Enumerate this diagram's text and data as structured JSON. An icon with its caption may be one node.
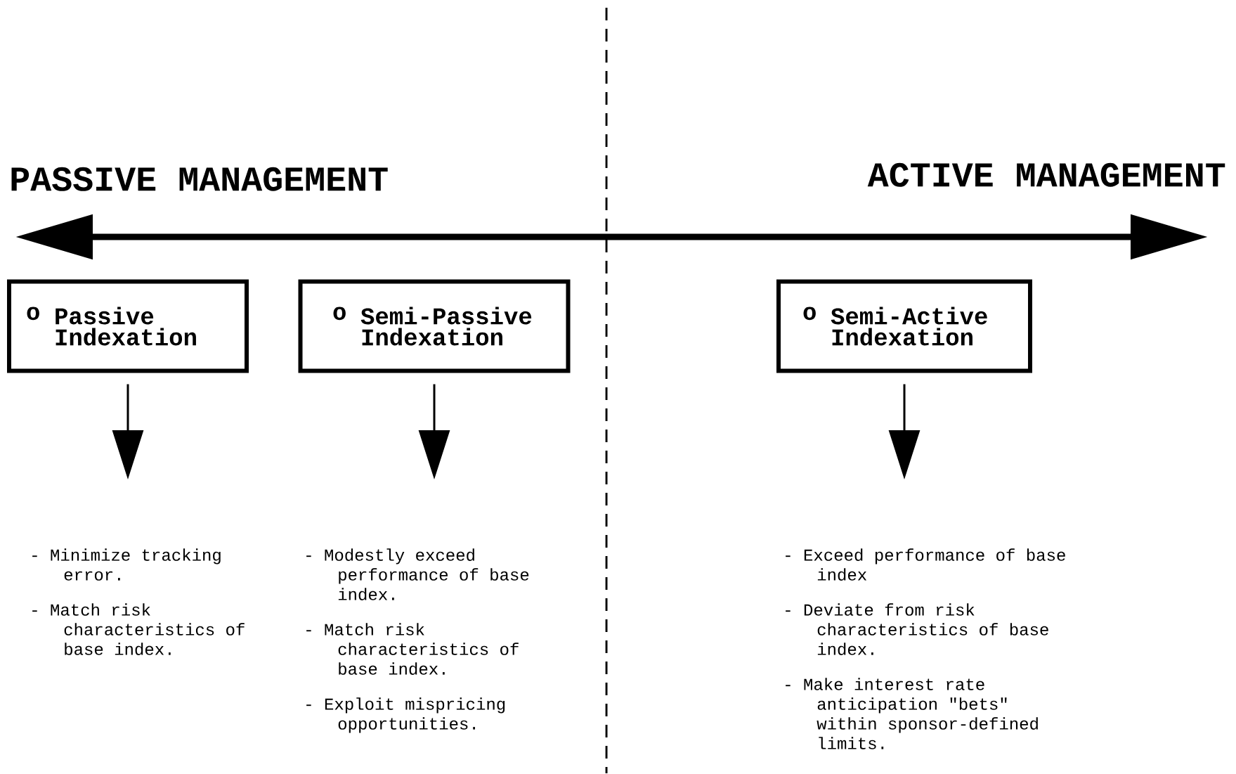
{
  "diagram": {
    "nodes": [
      {
        "text": [
          "o",
          "Passive Indexation"
        ]
      },
      {
        "text": [
          "o",
          "Semi-Passive Indexation"
        ]
      },
      {
        "text": [
          "o",
          "Semi-Active Indexation"
        ]
      },
      {
        "text": [
          "- Minimize tracking error.",
          "- Match risk characteristics of base index."
        ]
      },
      {
        "text": [
          "- Modestly exceed performance of base index.",
          "- Match risk characteristics of base index.",
          "- Exploit mispricing opportunities."
        ]
      },
      {
        "text": [
          "- Exceed performance of base index",
          "- Deviate from risk characteristics of base index.",
          "- Make interest rate anticipation \"bets\" within sponsor-defined limits."
        ]
      }
    ],
    "edges": [
      {
        "from": 0,
        "to": 3,
        "arrow": "to"
      },
      {
        "from": 1,
        "to": 4,
        "arrow": "to"
      },
      {
        "from": 2,
        "to": 5,
        "arrow": "to"
      }
    ],
    "labels": [
      "PASSIVE MANAGEMENT",
      "ACTIVE MANAGEMENT"
    ]
  }
}
